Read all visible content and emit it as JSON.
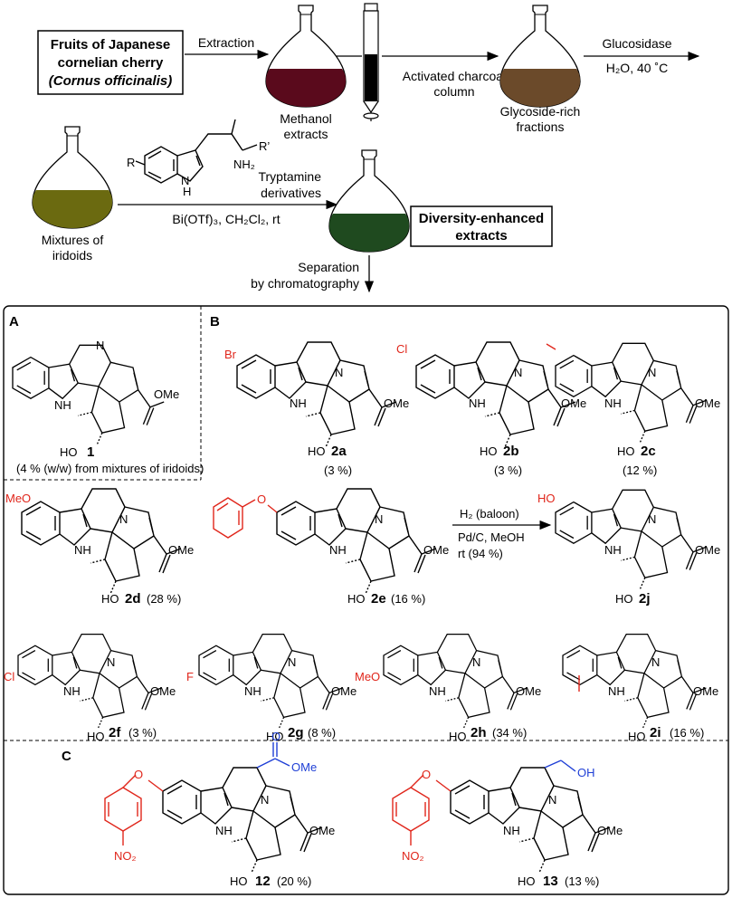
{
  "workflow": {
    "source_line1": "Fruits of Japanese",
    "source_line2": "cornelian cherry",
    "source_line3": "(Cornus officinalis)",
    "step_extraction": "Extraction",
    "methanol_line1": "Methanol",
    "methanol_line2": "extracts",
    "charcoal_line1": "Activated charcoal",
    "charcoal_line2": "column",
    "glycoside_line1": "Glycoside-rich",
    "glycoside_line2": "fractions",
    "glucosidase": "Glucosidase",
    "glucosidase_cond": "H₂O, 40 ˚C",
    "iridoids_line1": "Mixtures of",
    "iridoids_line2": "iridoids",
    "tryptamine_line1": "Tryptamine",
    "tryptamine_line2": "derivatives",
    "reaction_cond": "Bi(OTf)₃, CH₂Cl₂, rt",
    "diversity_line1": "Diversity-enhanced",
    "diversity_line2": "extracts",
    "separation_line1": "Separation",
    "separation_line2": "by chromatography"
  },
  "panels": {
    "a": "A",
    "b": "B",
    "c": "C"
  },
  "compound1": {
    "label": "1",
    "yield": "(4 % (w/w) from mixtures of iridoids)"
  },
  "compounds": {
    "c2a": {
      "label": "2a",
      "yield": "(3 %)",
      "sub": "Br"
    },
    "c2b": {
      "label": "2b",
      "yield": "(3 %)",
      "sub": "Cl"
    },
    "c2c": {
      "label": "2c",
      "yield": "(12 %)"
    },
    "c2d": {
      "label": "2d",
      "yield": "(28 %)",
      "sub": "MeO"
    },
    "c2e": {
      "label": "2e",
      "yield": "(16 %)"
    },
    "c2j": {
      "label": "2j",
      "sub": "HO"
    },
    "c2f": {
      "label": "2f",
      "yield": "(3 %)",
      "sub": "Cl"
    },
    "c2g": {
      "label": "2g",
      "yield": "(8 %)",
      "sub": "F"
    },
    "c2h": {
      "label": "2h",
      "yield": "(34 %)",
      "sub": "MeO"
    },
    "c2i": {
      "label": "2i",
      "yield": "(16 %)"
    },
    "c12": {
      "label": "12",
      "yield": "(20 %)"
    },
    "c13": {
      "label": "13",
      "yield": "(13 %)"
    }
  },
  "hydrogenation": {
    "line1": "H₂ (baloon)",
    "line2": "Pd/C, MeOH",
    "line3": "rt (94 %)"
  },
  "atoms": {
    "N": "N",
    "H": "H",
    "NH": "NH",
    "HO": "HO",
    "OMe": "OMe",
    "O": "O",
    "R": "R",
    "Rp": "R’",
    "NH2": "NH₂",
    "OH": "OH",
    "NO2": "NO₂"
  },
  "colors": {
    "substituent": "#e0261b",
    "ester_mod": "#1f3fd6",
    "methanol_extract": "#5a0a1c",
    "glycoside": "#6b4a2a",
    "iridoid": "#6b6a10",
    "diversity": "#1f4a1f"
  }
}
